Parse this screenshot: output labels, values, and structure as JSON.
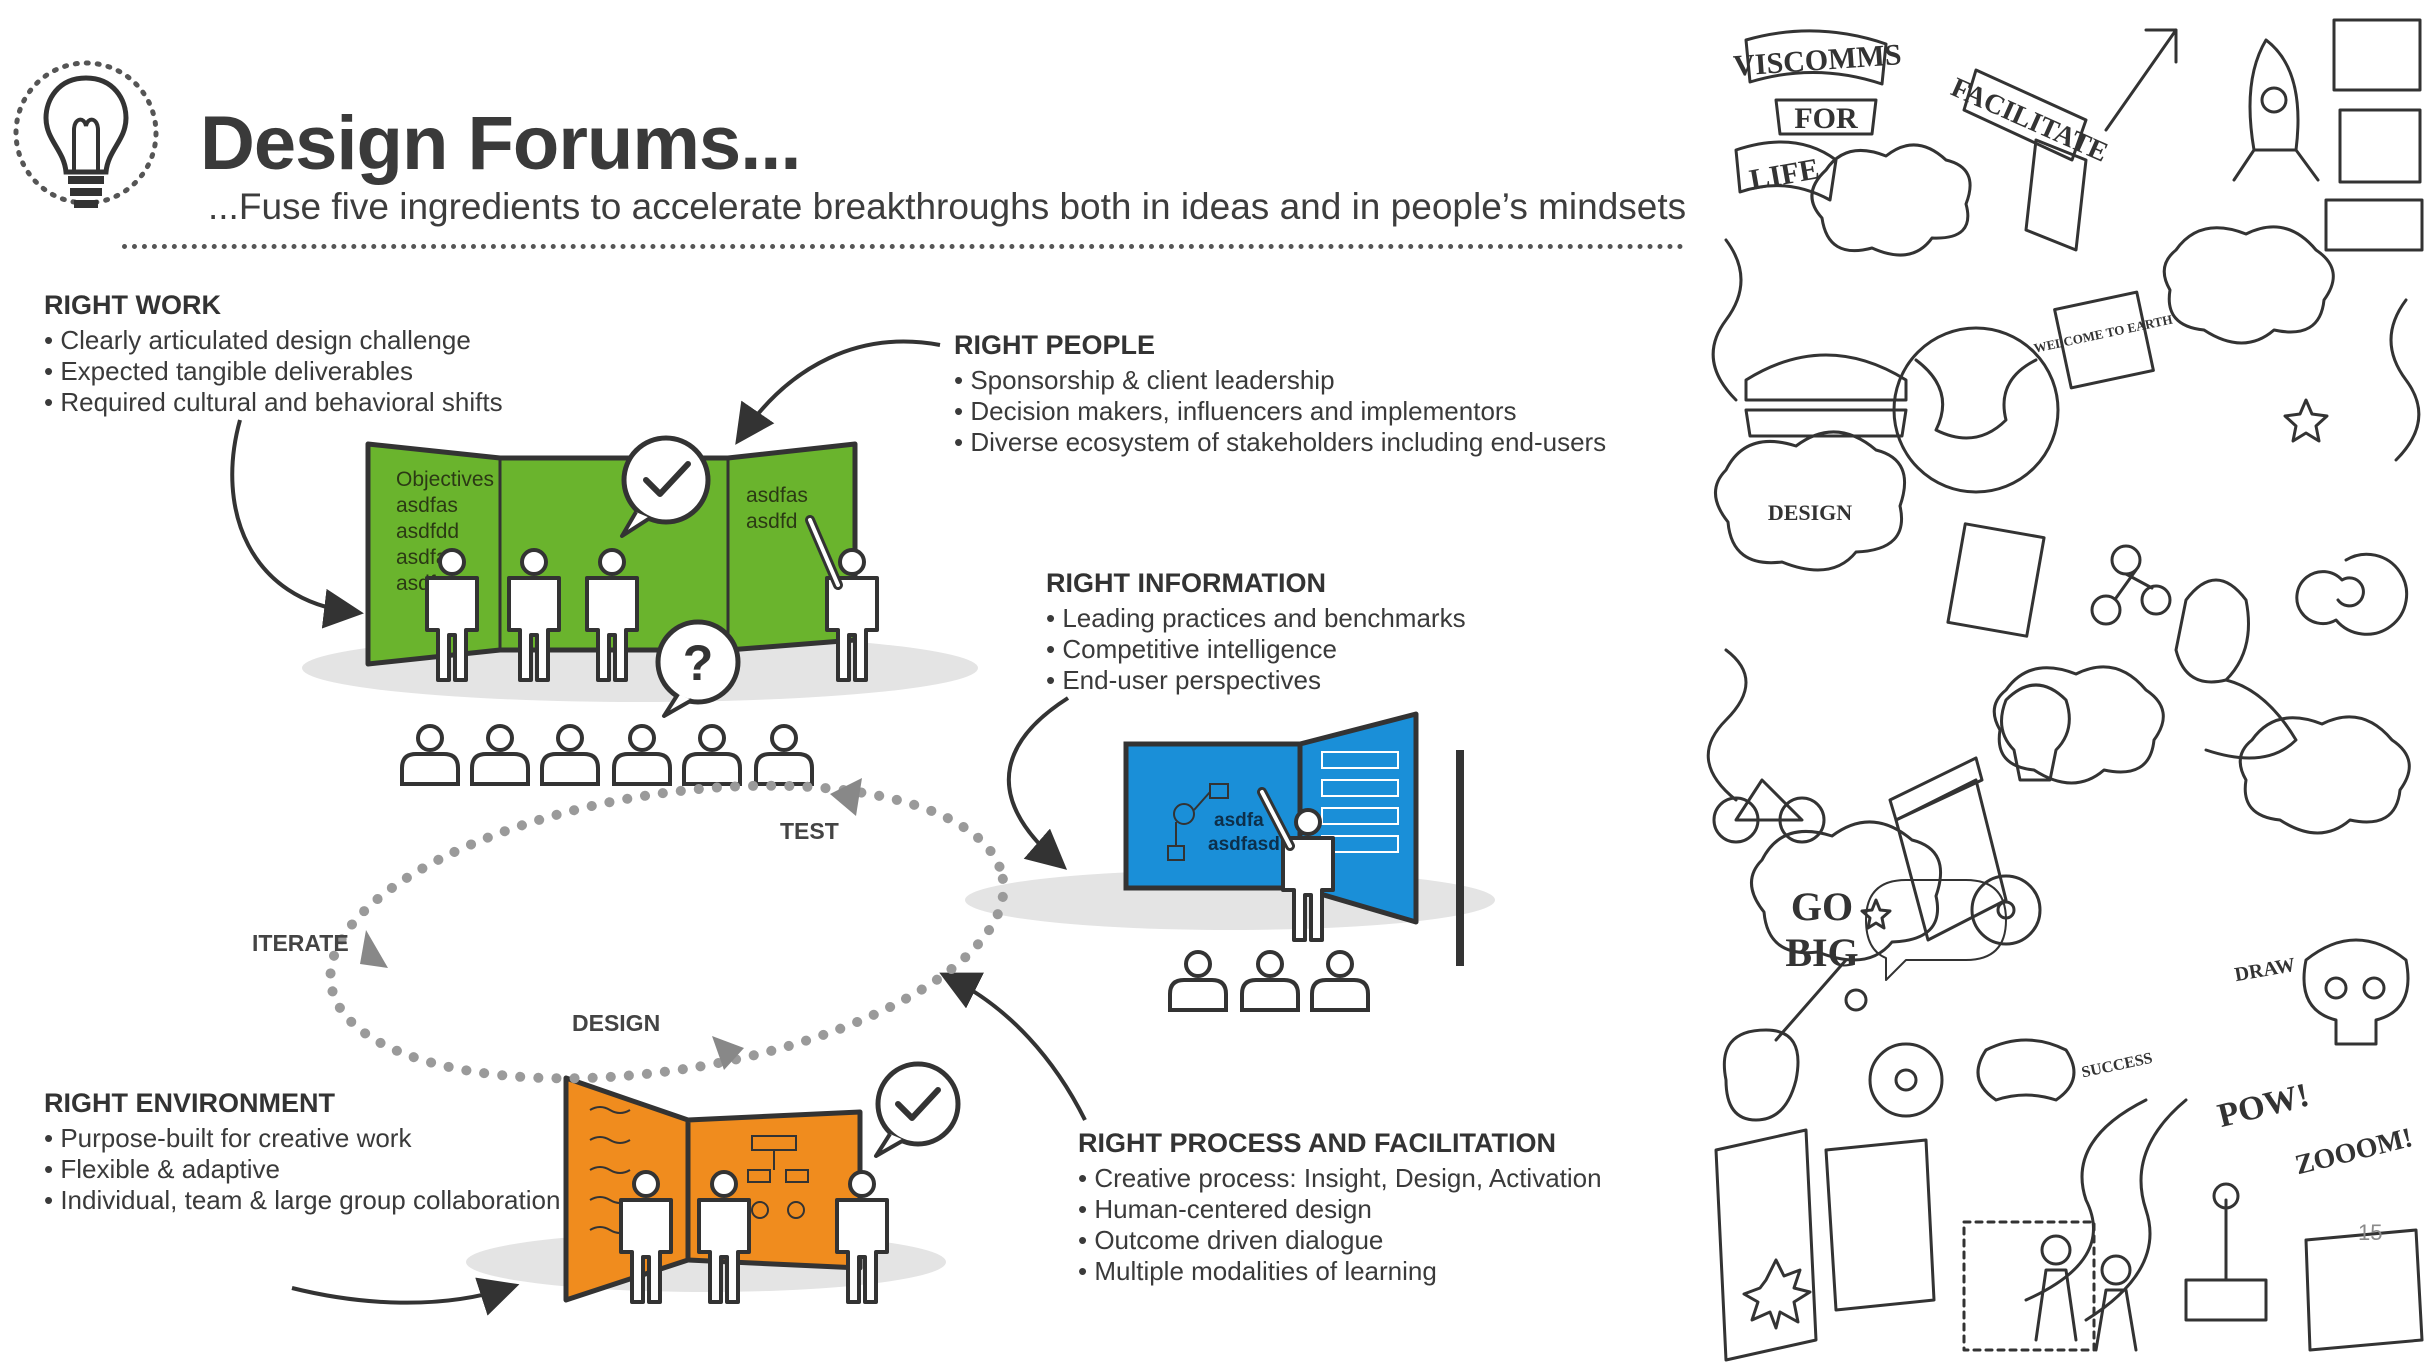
{
  "header": {
    "title": "Design Forums...",
    "subtitle": "...Fuse five ingredients to accelerate breakthroughs both in ideas and in people’s mindsets"
  },
  "sections": {
    "right_work": {
      "heading": "RIGHT WORK",
      "items": [
        "Clearly articulated design challenge",
        "Expected tangible deliverables",
        "Required cultural and behavioral shifts"
      ]
    },
    "right_people": {
      "heading": "RIGHT PEOPLE",
      "items": [
        "Sponsorship & client leadership",
        "Decision makers, influencers and implementors",
        "Diverse ecosystem of stakeholders including end-users"
      ]
    },
    "right_information": {
      "heading": "RIGHT INFORMATION",
      "items": [
        "Leading practices and benchmarks",
        "Competitive intelligence",
        "End-user perspectives"
      ]
    },
    "right_environment": {
      "heading": "RIGHT ENVIRONMENT",
      "items": [
        "Purpose-built for creative work",
        "Flexible & adaptive",
        "Individual, team & large group collaboration"
      ]
    },
    "right_process": {
      "heading": "RIGHT PROCESS AND FACILITATION",
      "items": [
        "Creative process: Insight, Design, Activation",
        "Human-centered design",
        "Outcome driven dialogue",
        "Multiple modalities of learning"
      ]
    }
  },
  "cycle": {
    "test": "TEST",
    "iterate": "ITERATE",
    "design": "DESIGN"
  },
  "boards": {
    "green": {
      "left_lines": [
        "Objectives",
        "asdfas",
        "asdfdd",
        "asdfas",
        "asdf"
      ],
      "right_lines": [
        "asdfas",
        "asdfd"
      ]
    },
    "blue": {
      "lines": [
        "asdfa",
        "asdfasd"
      ]
    }
  },
  "doodle_words": {
    "viscomms": "VISCOMMS",
    "for": "FOR",
    "life": "LIFE",
    "facilitate": "FACILITATE",
    "design": "DESIGN",
    "go": "GO",
    "big": "BIG",
    "draw": "DRAW",
    "pow": "POW!",
    "zoom": "ZOOOM!",
    "success": "SUCCESS",
    "welcome": "WELCOME TO EARTH",
    "page_number": "15"
  },
  "colors": {
    "green": "#6ab42d",
    "blue": "#1a8fd8",
    "orange": "#f08c1e",
    "ink": "#3a3a3a",
    "figure_fill": "#ffffff",
    "shadow": "#e4e4e4"
  },
  "icons": [
    "lightbulb-icon",
    "checkmark-bubble-icon",
    "question-bubble-icon",
    "person-icon",
    "arrow-icon"
  ]
}
